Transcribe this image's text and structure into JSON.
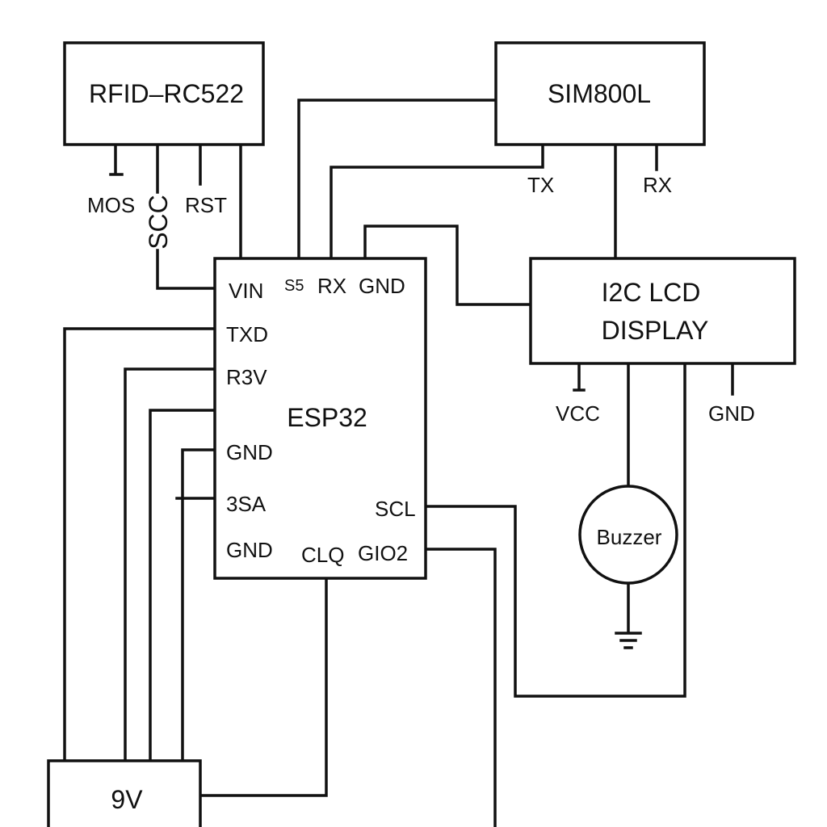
{
  "modules": {
    "rfid": {
      "label": "RFID–RC522"
    },
    "sim": {
      "label": "SIM800L"
    },
    "lcd": {
      "line1": "I2C LCD",
      "line2": "DISPLAY"
    },
    "esp": {
      "label": "ESP32"
    },
    "battery": {
      "label": "9V"
    },
    "buzzer": {
      "label": "Buzzer"
    }
  },
  "rfid_pins": {
    "mosi": "MOS",
    "sck": "SCC",
    "rst": "RST"
  },
  "sim_pins": {
    "tx": "TX",
    "rx": "RX"
  },
  "lcd_pins": {
    "vcc": "VCC",
    "gnd": "GND"
  },
  "esp_pins": {
    "vin": "VIN",
    "s5": "S5",
    "rx": "RX",
    "gnd_top": "GND",
    "txd": "TXD",
    "r3v": "R3V",
    "gnd_left": "GND",
    "3sa": "3SA",
    "gnd_bottom": "GND",
    "scl": "SCL",
    "clq": "CLQ",
    "gio2": "GIO2"
  },
  "colors": {
    "ink": "#111111",
    "background": "#ffffff"
  },
  "icons": {
    "ground": "ground-symbol-icon"
  }
}
